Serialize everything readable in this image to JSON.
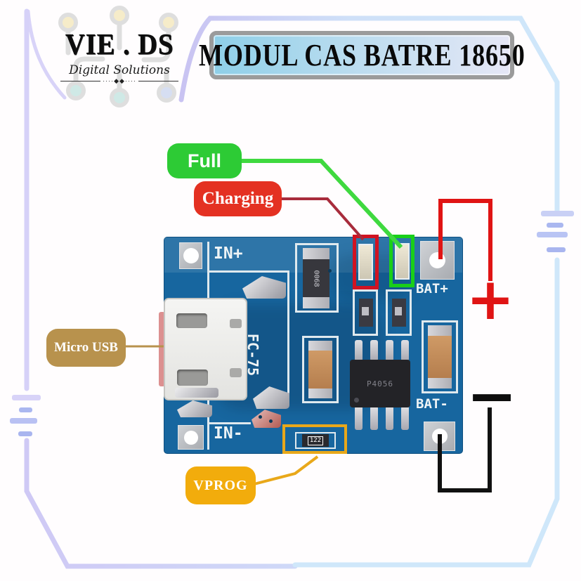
{
  "logo": {
    "brand": "VIE . DS",
    "tagline": "Digital Solutions",
    "divider_glyphs": "····◆◆····"
  },
  "banner": {
    "title": "MODUL CAS BATRE 18650"
  },
  "callouts": {
    "full": {
      "label": "Full",
      "color": "#2dcb35"
    },
    "charging": {
      "label": "Charging",
      "color": "#e43122"
    },
    "micro_usb": {
      "label": "Micro USB",
      "color": "#b8924d"
    },
    "vprog": {
      "label": "VPROG",
      "color": "#f2ac0c"
    }
  },
  "polarity": {
    "plus": "+",
    "minus": "−"
  },
  "wires": {
    "bat_plus_color": "#e01414",
    "bat_minus_color": "#111111",
    "full_line_color": "#3fd93f",
    "charging_line_color": "#a82c3c",
    "vprog_line_color": "#e9a81a",
    "micro_usb_line_color": "#b8924d"
  },
  "board": {
    "silkscreen": {
      "in_plus": "IN+",
      "in_minus": "IN-",
      "bat_plus": "BAT+",
      "bat_minus": "BAT-",
      "model": "FC-75"
    },
    "markings": {
      "ic": "P4056",
      "top_resistor": "0068",
      "vprog_resistor": "122"
    }
  }
}
